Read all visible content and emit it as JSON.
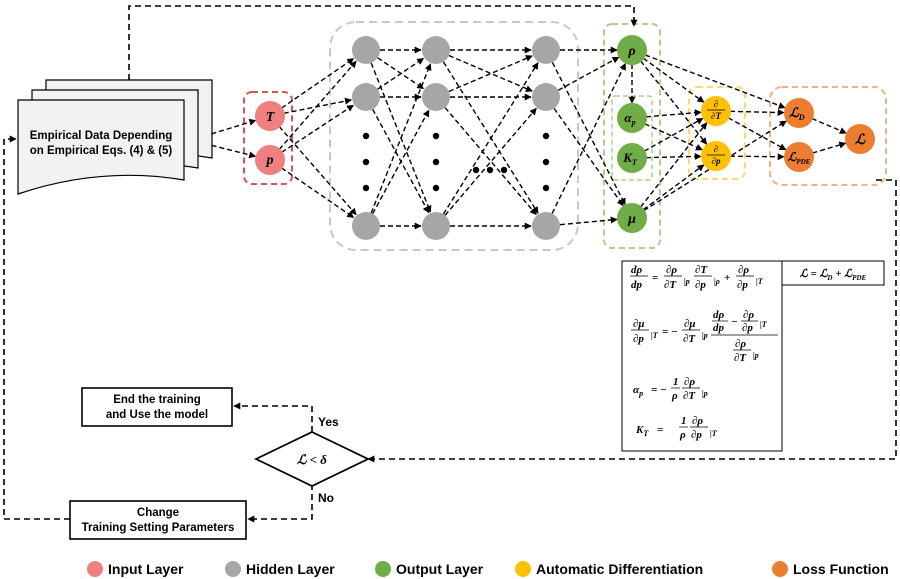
{
  "empirical": {
    "line1": "Empirical Data Depending",
    "line2": "on Empirical Eqs. (4) & (5)"
  },
  "input_layer": [
    "T",
    "p"
  ],
  "output_layer": {
    "rho": "ρ",
    "alpha": "α",
    "alpha_sub": "p",
    "k": "K",
    "k_sub": "T",
    "mu": "μ"
  },
  "autodiff": {
    "d": "∂",
    "dT": "∂T",
    "dp": "∂p"
  },
  "loss": {
    "ld": "ℒ",
    "ld_sub": "D",
    "lpde": "ℒ",
    "lpde_sub": "PDE",
    "l": "ℒ"
  },
  "loss_equation": "ℒ = ℒD + ℒPDE",
  "equations": {
    "eq1": "dρ/dp = ∂ρ/∂T|p ∂T/∂p|ρ + ∂ρ/∂p|T",
    "eq2": "∂μ/∂p|T = −∂μ/∂T|p (dρ/dp − ∂ρ/∂p|T)/(∂ρ/∂T|p)",
    "eq3": "αp = −(1/ρ) ∂ρ/∂T|p",
    "eq4": "KT = (1/ρ) ∂ρ/∂p|T"
  },
  "decision": "ℒ < δ",
  "yes_label": "Yes",
  "no_label": "No",
  "end_box": {
    "line1": "End the training",
    "line2": "and Use the model"
  },
  "change_box": {
    "line1": "Change",
    "line2": "Training Setting Parameters"
  },
  "legend": [
    {
      "label": "Input Layer",
      "color": "#f08080"
    },
    {
      "label": "Hidden Layer",
      "color": "#a6a6a6"
    },
    {
      "label": "Output Layer",
      "color": "#70ad47"
    },
    {
      "label": "Automatic Differentiation",
      "color": "#ffc000"
    },
    {
      "label": "Loss Function",
      "color": "#ed7d31"
    }
  ],
  "colors": {
    "input": "#f08080",
    "hidden": "#a6a6a6",
    "output": "#70ad47",
    "autodiff": "#ffc000",
    "loss": "#ed7d31"
  }
}
